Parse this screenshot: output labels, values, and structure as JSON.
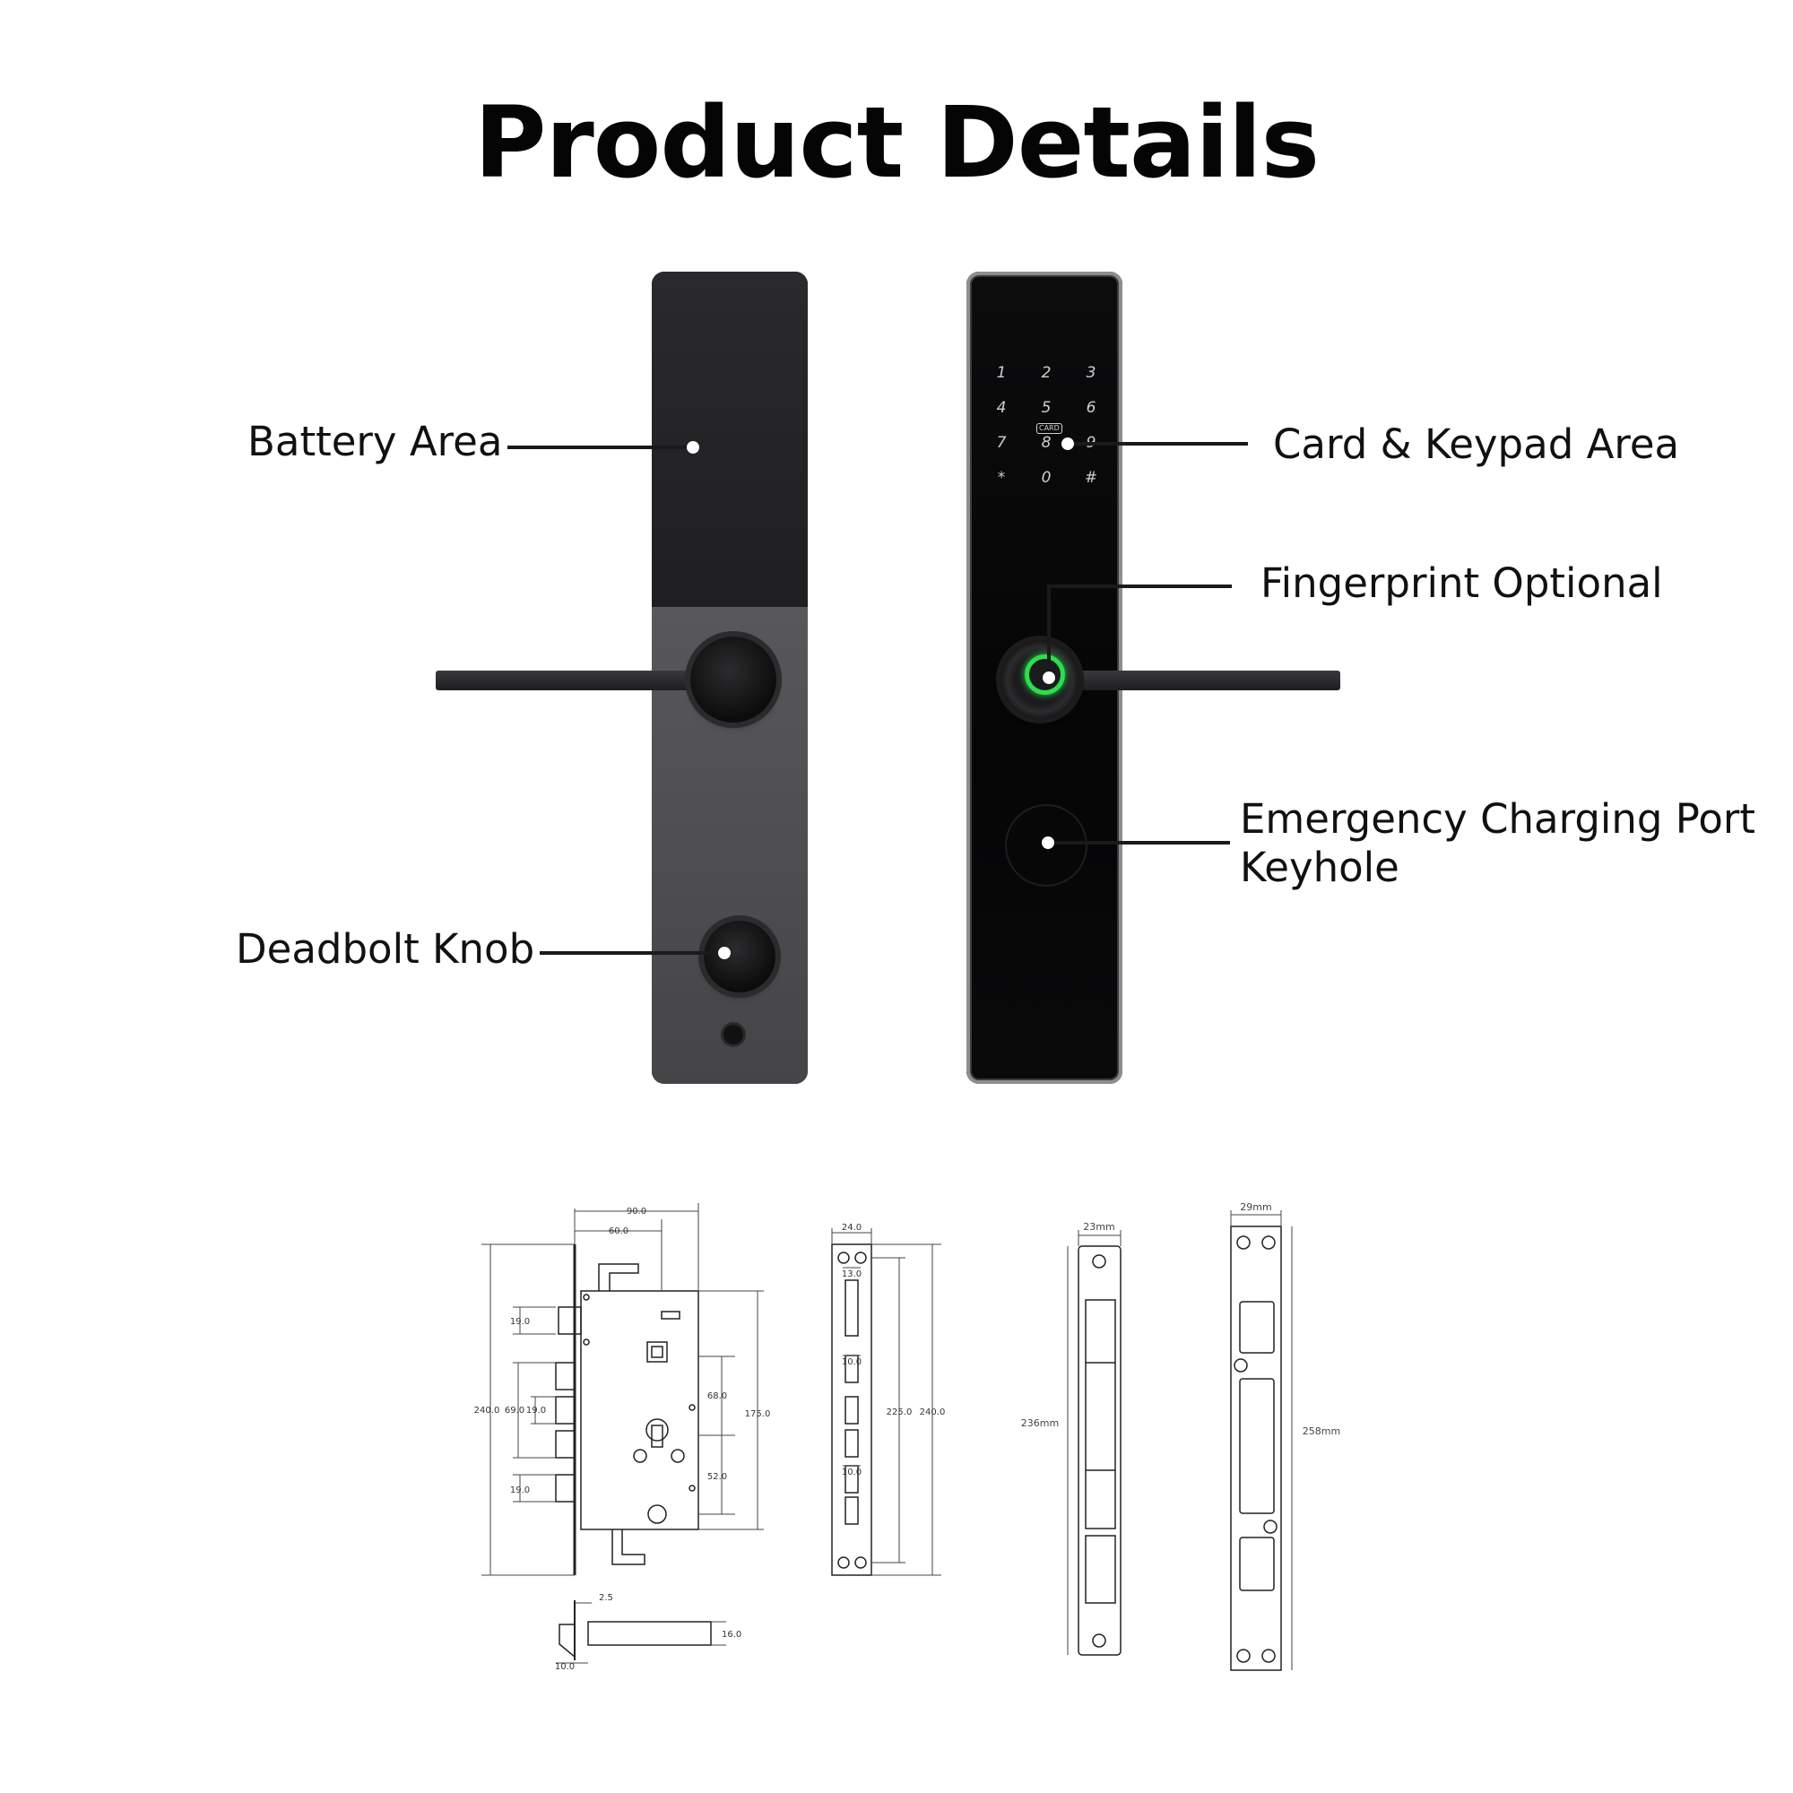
{
  "title": "Product Details",
  "callouts": {
    "battery_area": "Battery Area",
    "deadbolt_knob": "Deadbolt Knob",
    "card_keypad_area": "Card & Keypad Area",
    "fingerprint_optional": "Fingerprint Optional",
    "emergency_charging_port": "Emergency Charging Port",
    "keyhole": "Keyhole"
  },
  "keypad": {
    "keys": [
      "1",
      "2",
      "3",
      "4",
      "5",
      "6",
      "7",
      "8",
      "9",
      "*",
      "0",
      "#"
    ],
    "card_label": "CARD"
  },
  "drawings": {
    "mortise": {
      "width_total": "90.0",
      "width_backset": "60.0",
      "latch_offset_top": "19.0",
      "height_total": "240.0",
      "bolt_spacing": "69.0",
      "bolt_mid": "19.0",
      "latch_offset_bottom": "19.0",
      "spindle_to_cylinder": "68.0",
      "cylinder_to_bottom": "52.0",
      "case_height": "175.0",
      "bolt_throw": "2.5",
      "bolt_height": "16.0",
      "bolt_width": "10.0"
    },
    "faceplate": {
      "width": "24.0",
      "slot_top": "13.0",
      "slot_mid": "10.0",
      "slot_bottom": "10.0",
      "hole_spacing": "225.0",
      "height": "240.0"
    },
    "strike_narrow": {
      "width": "23mm",
      "height": "236mm"
    },
    "strike_wide": {
      "width": "29mm",
      "height": "258mm"
    }
  },
  "colors": {
    "fingerprint_ring": "#2adf4e",
    "panel_dark": "#0a0a0b",
    "panel_grey": "#4a4a4c"
  }
}
